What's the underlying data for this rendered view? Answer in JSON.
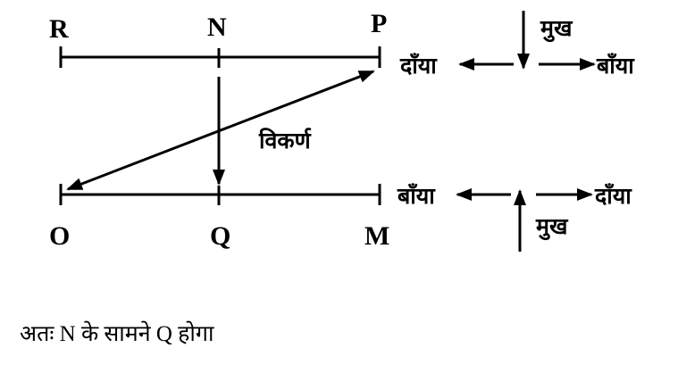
{
  "points": {
    "R": "R",
    "N": "N",
    "P": "P",
    "O": "O",
    "Q": "Q",
    "M": "M"
  },
  "diagonal_label": "विकर्ण",
  "top_direction": {
    "face": "मुख",
    "left": "दाँया",
    "right": "बाँया"
  },
  "bottom_direction": {
    "face": "मुख",
    "left": "बाँया",
    "right": "दाँया"
  },
  "conclusion": "अतः N के सामने Q होगा"
}
